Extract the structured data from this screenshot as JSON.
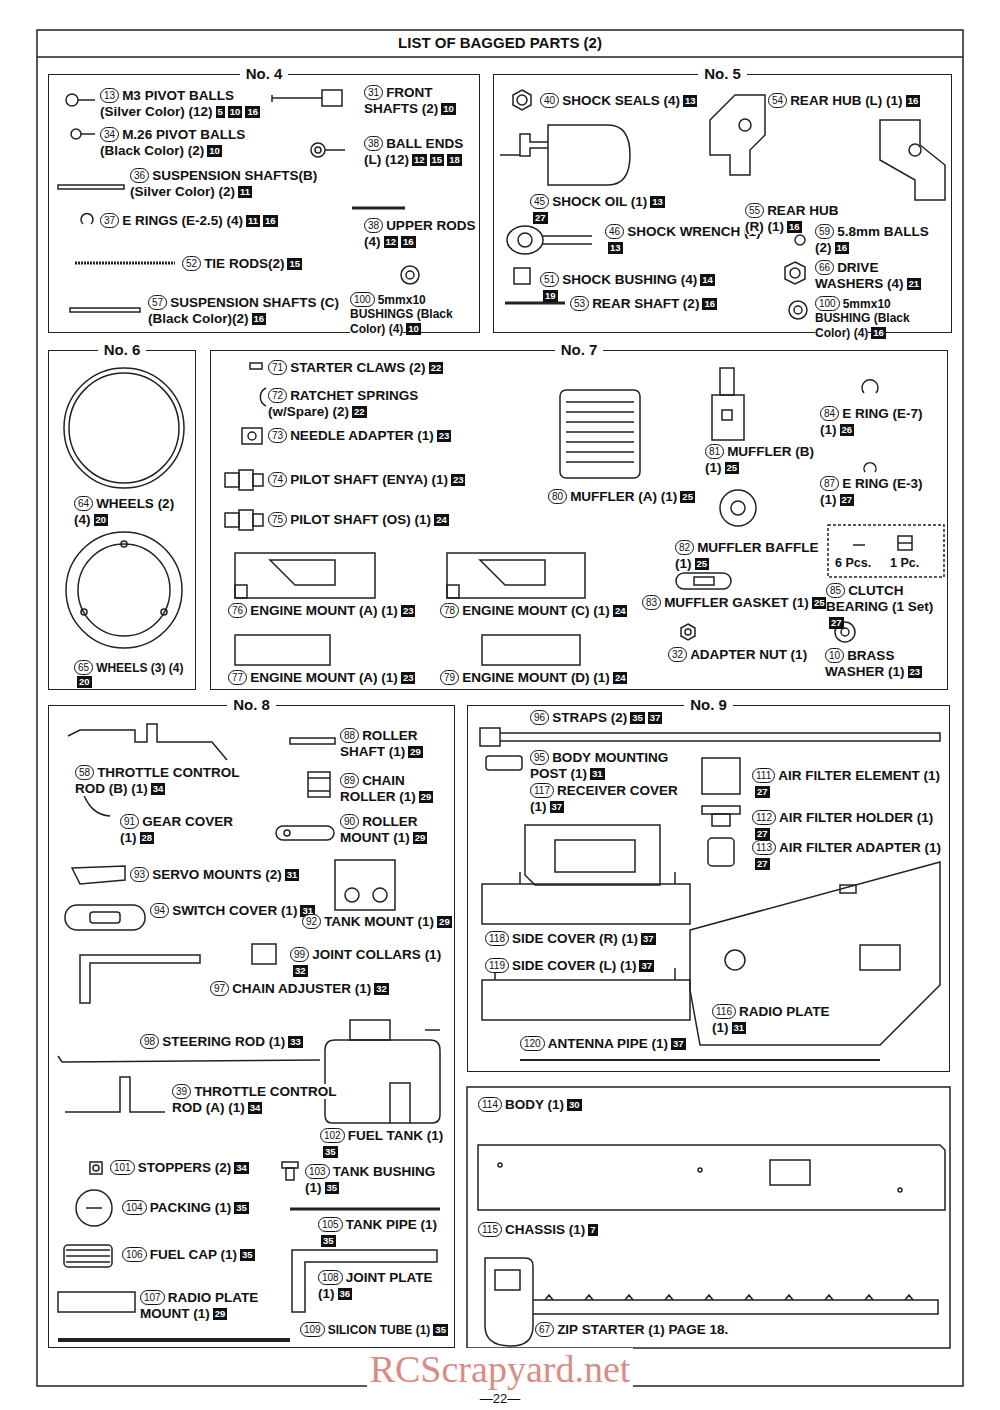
{
  "diagram": {
    "title": "LIST OF BAGGED PARTS (2)",
    "nodes": [
      {
        "text": [
          "No. 4"
        ]
      },
      {
        "text": [
          "No. 5"
        ]
      },
      {
        "text": [
          "No. 6"
        ]
      },
      {
        "text": [
          "No. 7"
        ]
      },
      {
        "text": [
          "No. 8"
        ]
      },
      {
        "text": [
          "No. 9"
        ]
      }
    ],
    "labels": [
      "13",
      "M3 PIVOT BALLS (Silver Color) (12)",
      "5",
      "10",
      "16",
      "34",
      "M.26 PIVOT BALLS (Black Color) (2)",
      "10",
      "36",
      "SUSPENSION SHAFTS(B) (Silver Color) (2)",
      "11",
      "37",
      "E RINGS (E-2.5) (4)",
      "11",
      "16",
      "52",
      "TIE RODS(2)",
      "15",
      "57",
      "SUSPENSION SHAFTS (C) (Black Color)(2)",
      "16",
      "31",
      "FRONT SHAFTS (2)",
      "10",
      "38",
      "BALL ENDS (L) (12)",
      "12",
      "15",
      "18",
      "38",
      "UPPER RODS (4)",
      "12",
      "16",
      "100",
      "5mmx10 BUSHINGS (Black Color) (4)",
      "10",
      "40",
      "SHOCK SEALS (4)",
      "13",
      "45",
      "SHOCK OIL (1)",
      "13",
      "27",
      "46",
      "SHOCK WRENCH (1)",
      "13",
      "51",
      "SHOCK BUSHING (4)",
      "14",
      "19",
      "53",
      "REAR SHAFT (2)",
      "16",
      "54",
      "REAR HUB (L) (1)",
      "16",
      "55",
      "REAR HUB (R) (1)",
      "16",
      "59",
      "5.8mm BALLS (2)",
      "16",
      "66",
      "DRIVE WASHERS (4)",
      "21",
      "100",
      "5mmx10 BUSHING (Black Color) (4)",
      "16",
      "64",
      "WHEELS (2) (4)",
      "20",
      "65",
      "WHEELS (3) (4)",
      "20",
      "71",
      "STARTER CLAWS (2)",
      "22",
      "72",
      "RATCHET SPRINGS (w/Spare) (2)",
      "22",
      "73",
      "NEEDLE ADAPTER (1)",
      "23",
      "74",
      "PILOT SHAFT (ENYA) (1)",
      "23",
      "75",
      "PILOT SHAFT (OS) (1)",
      "24",
      "76",
      "ENGINE MOUNT (A) (1)",
      "23",
      "78",
      "ENGINE MOUNT (C) (1)",
      "24",
      "77",
      "ENGINE MOUNT (A) (1)",
      "23",
      "79",
      "ENGINE MOUNT (D) (1)",
      "24",
      "80",
      "MUFFLER (A) (1)",
      "25",
      "81",
      "MUFFLER (B) (1)",
      "25",
      "84",
      "E RING (E-7) (1)",
      "26",
      "87",
      "E RING (E-3) (1)",
      "27",
      "82",
      "MUFFLER BAFFLE (1)",
      "25",
      "83",
      "MUFFLER GASKET (1)",
      "25",
      "85",
      "CLUTCH BEARING (1 Set)",
      "27",
      "32",
      "ADAPTER NUT (1)",
      "10",
      "BRASS WASHER (1)",
      "23",
      "58",
      "THROTTLE CONTROL ROD (B) (1)",
      "34",
      "88",
      "ROLLER SHAFT (1)",
      "29",
      "89",
      "CHAIN ROLLER (1)",
      "29",
      "90",
      "ROLLER MOUNT (1)",
      "29",
      "91",
      "GEAR COVER (1)",
      "28",
      "93",
      "SERVO MOUNTS (2)",
      "31",
      "94",
      "SWITCH COVER (1)",
      "31",
      "92",
      "TANK MOUNT (1)",
      "29",
      "99",
      "JOINT COLLARS (1)",
      "32",
      "97",
      "CHAIN ADJUSTER (1)",
      "32",
      "98",
      "STEERING ROD (1)",
      "33",
      "39",
      "THROTTLE CONTROL ROD (A) (1)",
      "34",
      "101",
      "STOPPERS (2)",
      "34",
      "102",
      "FUEL TANK (1)",
      "35",
      "104",
      "PACKING (1)",
      "35",
      "103",
      "TANK BUSHING (1)",
      "35",
      "105",
      "TANK PIPE (1)",
      "35",
      "106",
      "FUEL CAP (1)",
      "35",
      "108",
      "JOINT PLATE (1)",
      "36",
      "107",
      "RADIO PLATE MOUNT (1)",
      "29",
      "109",
      "SILICON TUBE (1)",
      "35",
      "96",
      "STRAPS (2)",
      "35",
      "37",
      "95",
      "BODY MOUNTING POST (1)",
      "31",
      "117",
      "RECEIVER COVER (1)",
      "37",
      "111",
      "AIR FILTER ELEMENT (1)",
      "27",
      "112",
      "AIR FILTER HOLDER (1)",
      "27",
      "113",
      "AIR FILTER ADAPTER (1)",
      "27",
      "118",
      "SIDE COVER (R) (1)",
      "37",
      "119",
      "SIDE COVER (L) (1)",
      "37",
      "120",
      "ANTENNA PIPE (1)",
      "37",
      "116",
      "RADIO PLATE (1)",
      "31",
      "114",
      "BODY (1)",
      "30",
      "115",
      "CHASSIS (1)",
      "7",
      "67",
      "ZIP STARTER (1) PAGE 18.",
      "6 Pcs.",
      "1 Pc.",
      "—22—",
      "RCScrapyard.net"
    ]
  }
}
